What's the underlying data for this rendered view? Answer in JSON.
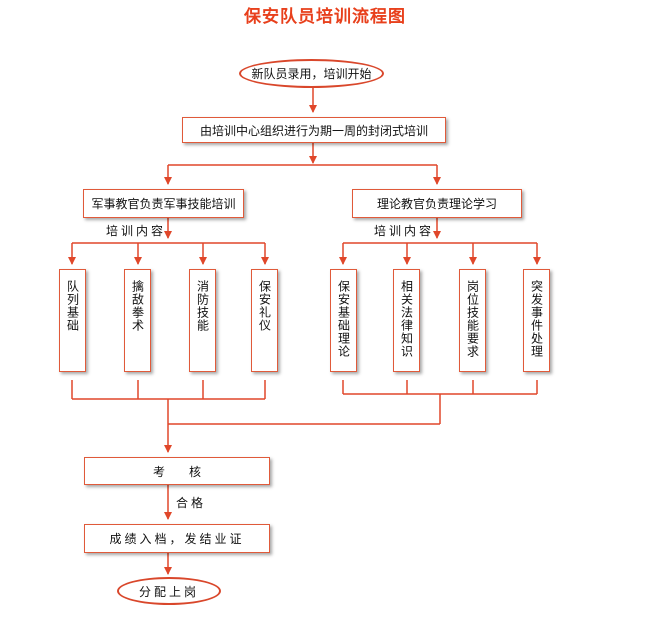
{
  "title": "保安队员培训流程图",
  "start": "新队员录用，培训开始",
  "step1": "由培训中心组织进行为期一周的封闭式培训",
  "left_branch": {
    "header": "军事教官负责军事技能培训",
    "content_label": "培训内容",
    "items": [
      "队列基础",
      "擒敌拳术",
      "消防技能",
      "保安礼仪"
    ]
  },
  "right_branch": {
    "header": "理论教官负责理论学习",
    "content_label": "培训内容",
    "items": [
      "保安基础理论",
      "相关法律知识",
      "岗位技能要求",
      "突发事件处理"
    ]
  },
  "assess": "考　　核",
  "pass_label": "合格",
  "record": "成绩入档，发结业证",
  "end": "分配上岗",
  "colors": {
    "line": "#e0472a",
    "title": "#e8401c",
    "border": "#e05a3a"
  }
}
